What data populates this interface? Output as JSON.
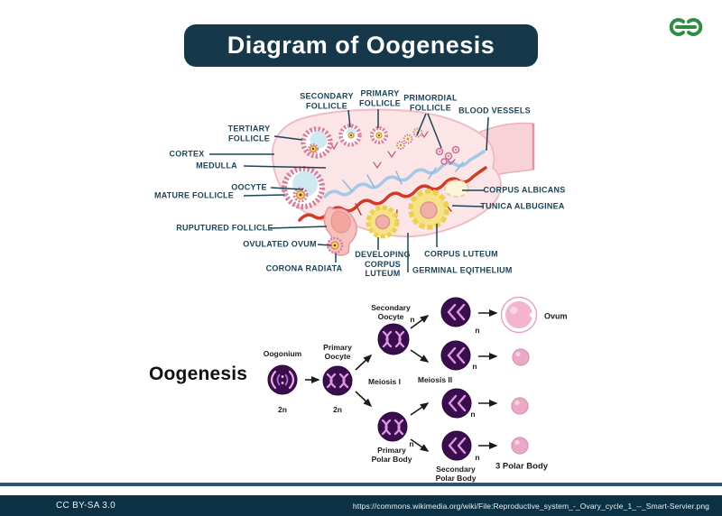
{
  "header": {
    "title": "Diagram of Oogenesis"
  },
  "logo": {
    "name": "GeeksforGeeks",
    "color": "#2f8d46"
  },
  "ovary_diagram": {
    "labels": {
      "secondary_follicle": "SECONDARY\nFOLLICLE",
      "primary_follicle": "PRIMARY\nFOLLICLE",
      "primordial_follicle": "PRIMORDIAL\nFOLLICLE",
      "blood_vessels": "BLOOD VESSELS",
      "tertiary_follicle": "TERTIARY\nFOLLICLE",
      "cortex": "CORTEX",
      "medulla": "MEDULLA",
      "oocyte": "OOCYTE",
      "mature_follicle": "MATURE FOLLICLE",
      "ruptured_follicle": "RUPUTURED FOLLICLE",
      "ovulated_ovum": "OVULATED OVUM",
      "corona_radiata": "CORONA RADIATA",
      "developing_corpus_luteum": "DEVELOPING\nCORPUS\nLUTEUM",
      "corpus_luteum": "CORPUS LUTEUM",
      "germinal_epithelium": "GERMINAL EQITHELIUM",
      "corpus_albicans": "CORPUS ALBICANS",
      "tunica_albuginea": "TUNICA ALBUGINEA"
    }
  },
  "flow_diagram": {
    "heading": "Oogenesis",
    "labels": {
      "oogonium": "Oogonium",
      "primary_oocyte": "Primary\nOocyte",
      "secondary_oocyte": "Secondary\nOocyte",
      "primary_polar_body": "Primary\nPolar Body",
      "secondary_polar_body": "Secondary\nPolar Body",
      "meiosis_1": "Meiosis I",
      "meiosis_2": "Meiosis II",
      "ovum": "Ovum",
      "three_polar_body": "3 Polar Body",
      "ploidy_2n": "2n",
      "ploidy_n": "n"
    }
  },
  "footer": {
    "license": "CC BY-SA 3.0",
    "source_url": "https://commons.wikimedia.org/wiki/File:Reproductive_system_-_Ovary_cycle_1_--_Smart-Servier.png"
  }
}
